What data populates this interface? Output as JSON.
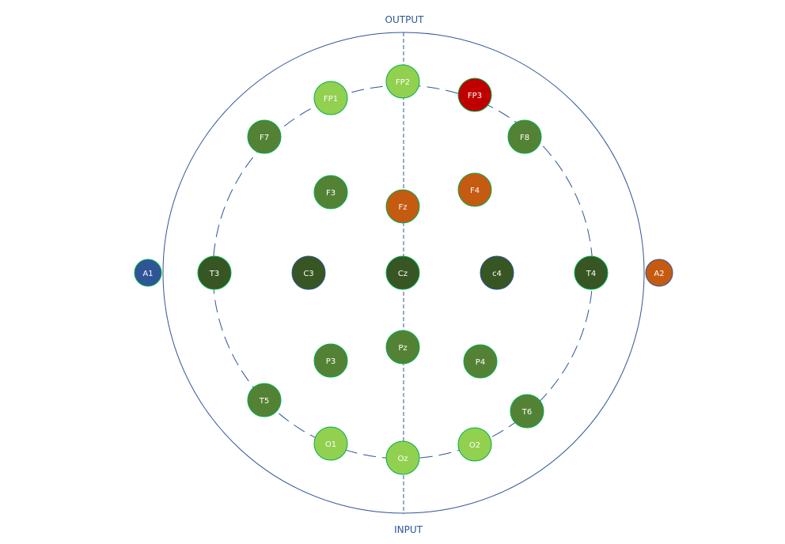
{
  "labels": {
    "top": "OUTPUT",
    "bottom": "INPUT"
  },
  "colors": {
    "outline": "#2e5597",
    "light_green": "#92d050",
    "medium_green": "#548235",
    "dark_green": "#375623",
    "orange": "#c55a11",
    "red": "#c00000",
    "blue": "#2f5597",
    "ring_stroke": "#00b050",
    "ring_stroke_dark": "#2e5597"
  },
  "electrodes": [
    {
      "id": "fp2",
      "label": "FP2",
      "fill": "light_green",
      "stroke": "ring_stroke"
    },
    {
      "id": "fp1",
      "label": "FP1",
      "fill": "light_green",
      "stroke": "ring_stroke"
    },
    {
      "id": "fp3",
      "label": "FP3",
      "fill": "red",
      "stroke": "ring_stroke"
    },
    {
      "id": "f7",
      "label": "F7",
      "fill": "medium_green",
      "stroke": "ring_stroke"
    },
    {
      "id": "f8",
      "label": "F8",
      "fill": "medium_green",
      "stroke": "ring_stroke"
    },
    {
      "id": "f3",
      "label": "F3",
      "fill": "medium_green",
      "stroke": "ring_stroke"
    },
    {
      "id": "f4",
      "label": "F4",
      "fill": "orange",
      "stroke": "ring_stroke"
    },
    {
      "id": "fz",
      "label": "Fz",
      "fill": "orange",
      "stroke": "ring_stroke"
    },
    {
      "id": "a1",
      "label": "A1",
      "fill": "blue",
      "stroke": "ring_stroke"
    },
    {
      "id": "t3",
      "label": "T3",
      "fill": "dark_green",
      "stroke": "ring_stroke"
    },
    {
      "id": "c3",
      "label": "C3",
      "fill": "dark_green",
      "stroke": "ring_stroke_dark"
    },
    {
      "id": "cz",
      "label": "Cz",
      "fill": "dark_green",
      "stroke": "ring_stroke"
    },
    {
      "id": "c4",
      "label": "c4",
      "fill": "dark_green",
      "stroke": "ring_stroke_dark"
    },
    {
      "id": "t4",
      "label": "T4",
      "fill": "dark_green",
      "stroke": "ring_stroke"
    },
    {
      "id": "a2",
      "label": "A2",
      "fill": "orange",
      "stroke": "ring_stroke_dark"
    },
    {
      "id": "pz",
      "label": "Pz",
      "fill": "medium_green",
      "stroke": "ring_stroke"
    },
    {
      "id": "p3",
      "label": "P3",
      "fill": "medium_green",
      "stroke": "ring_stroke"
    },
    {
      "id": "p4",
      "label": "P4",
      "fill": "medium_green",
      "stroke": "ring_stroke"
    },
    {
      "id": "t5",
      "label": "T5",
      "fill": "medium_green",
      "stroke": "ring_stroke"
    },
    {
      "id": "t6",
      "label": "T6",
      "fill": "medium_green",
      "stroke": "ring_stroke"
    },
    {
      "id": "o1",
      "label": "O1",
      "fill": "light_green",
      "stroke": "ring_stroke"
    },
    {
      "id": "o2",
      "label": "O2",
      "fill": "light_green",
      "stroke": "ring_stroke"
    },
    {
      "id": "oz",
      "label": "Oz",
      "fill": "light_green",
      "stroke": "ring_stroke"
    }
  ]
}
